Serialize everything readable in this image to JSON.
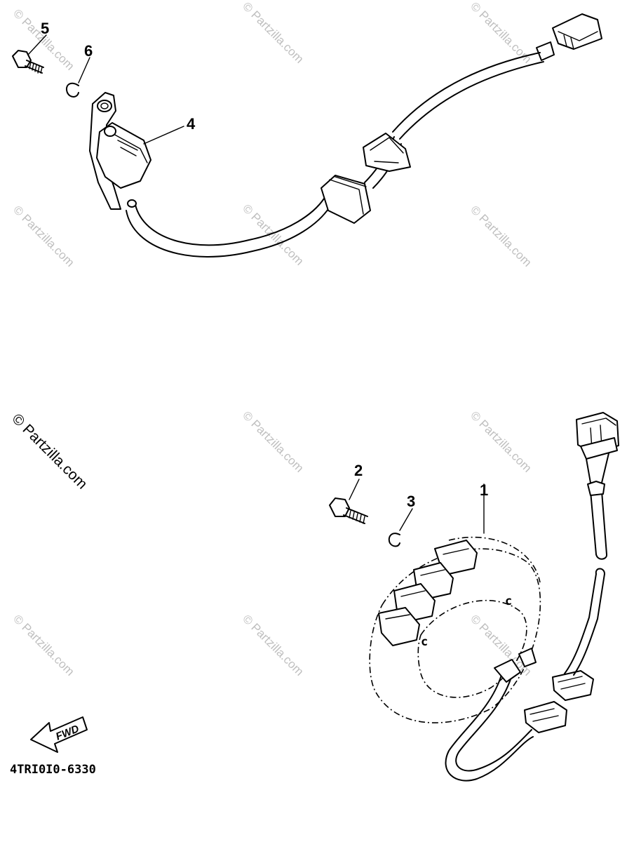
{
  "diagram": {
    "callouts": [
      {
        "id": "1",
        "label": "1",
        "part": "stator-assembly"
      },
      {
        "id": "2",
        "label": "2",
        "part": "bolt"
      },
      {
        "id": "3",
        "label": "3",
        "part": "clip"
      },
      {
        "id": "4",
        "label": "4",
        "part": "pickup-coil-assembly"
      },
      {
        "id": "5",
        "label": "5",
        "part": "bolt"
      },
      {
        "id": "6",
        "label": "6",
        "part": "clip"
      }
    ],
    "reference_code": "4TRI0I0-6330",
    "fwd_label": "FWD",
    "watermark_text": "© Partzilla.com",
    "copyright_text": "© Partzilla.com"
  }
}
